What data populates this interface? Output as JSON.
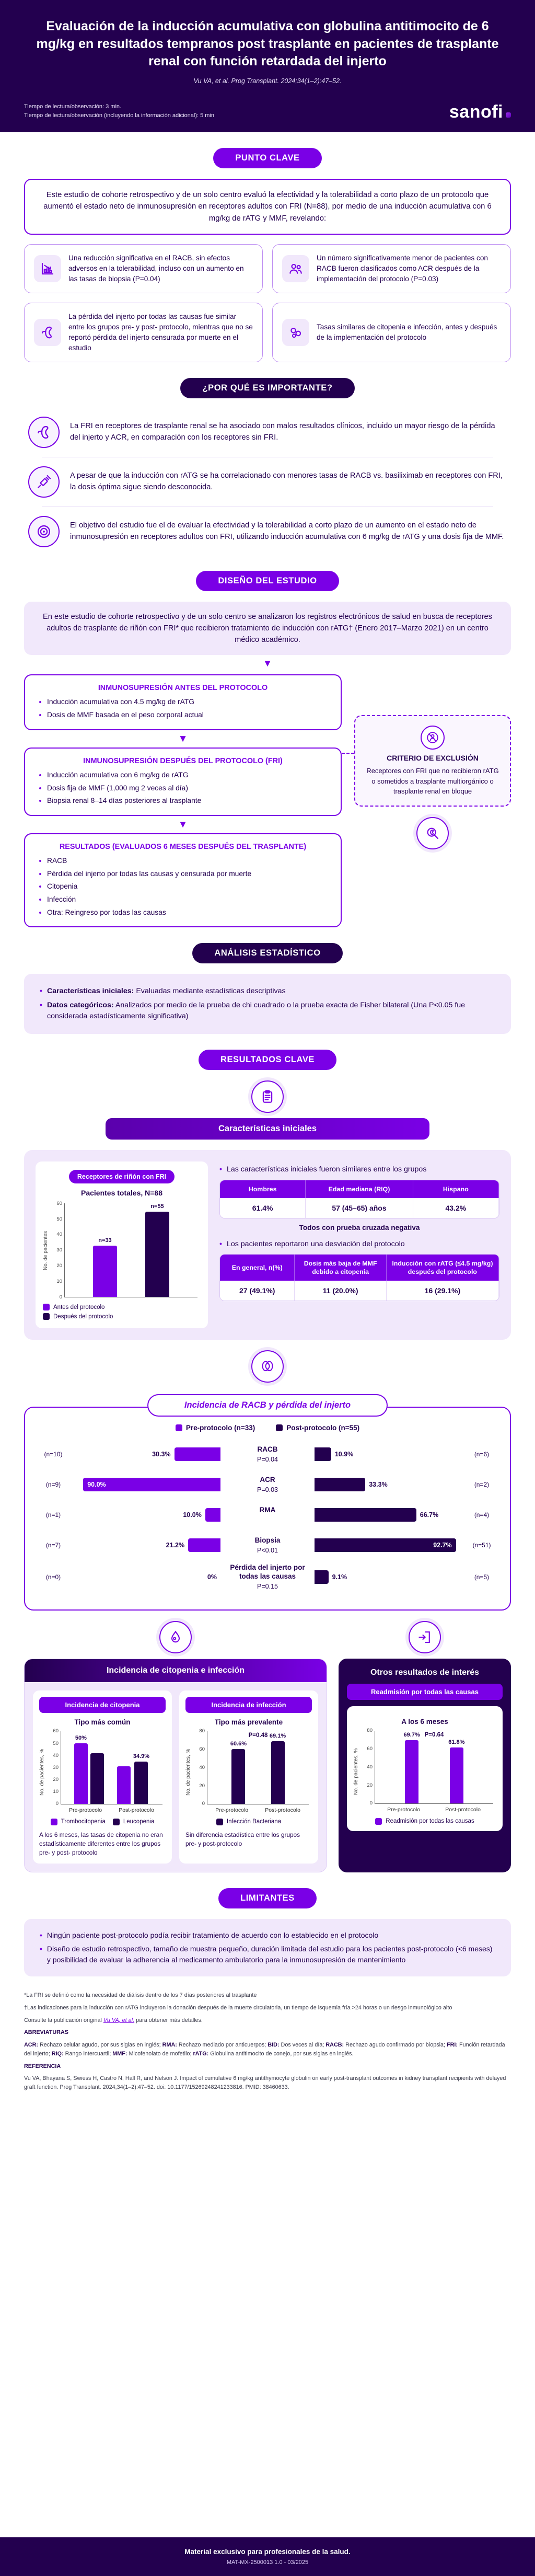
{
  "colors": {
    "purple": "#7A00E6",
    "dark_purple": "#23004F",
    "lavender": "#F1E8FB"
  },
  "header": {
    "title": "Evaluación de la inducción acumulativa con globulina antitimocito de 6 mg/kg en resultados tempranos post trasplante en pacientes de trasplante renal con función retardada del injerto",
    "citation": "Vu VA, et al. Prog Transplant. 2024;34(1–2):47–52.",
    "reading_time_1": "Tiempo de lectura/observación: 3 min.",
    "reading_time_2": "Tiempo de lectura/observación (incluyendo la información adicional): 5 min",
    "logo_text": "sanofi"
  },
  "punto_clave": {
    "label": "PUNTO CLAVE",
    "intro": "Este estudio de cohorte retrospectivo y de un solo centro evaluó la efectividad y la tolerabilidad a corto plazo de un protocolo que aumentó el estado neto de inmunosupresión en receptores adultos con FRI (N=88), por medio de una inducción acumulativa con 6 mg/kg de rATG y MMF, revelando:",
    "cards": [
      {
        "icon": "declining-chart-icon",
        "text": "Una reducción significativa en el RACB, sin efectos adversos en la tolerabilidad, incluso con un aumento en las tasas de biopsia (P=0.04)"
      },
      {
        "icon": "patient-group-icon",
        "text": "Un número significativamente menor de pacientes con RACB fueron clasificados como ACR después de la implementación del protocolo (P=0.03)"
      },
      {
        "icon": "kidney-icon",
        "text": "La pérdida del injerto por todas las causas fue similar entre los grupos pre- y post- protocolo, mientras que no se reportó pérdida del injerto censurada por muerte en el estudio"
      },
      {
        "icon": "blood-cells-icon",
        "text": "Tasas similares de citopenia e infección, antes y después de la implementación del protocolo"
      }
    ]
  },
  "importante": {
    "label": "¿POR QUÉ ES IMPORTANTE?",
    "items": [
      {
        "icon": "kidney-icon",
        "text": "La FRI en receptores de trasplante renal se ha asociado con malos resultados clínicos, incluido un mayor riesgo de la pérdida del injerto y ACR, en comparación con los receptores sin FRI."
      },
      {
        "icon": "syringe-icon",
        "text": "A pesar de que la inducción con rATG se ha correlacionado con menores tasas de RACB vs. basiliximab en receptores con FRI, la dosis óptima sigue siendo desconocida."
      },
      {
        "icon": "target-icon",
        "text": "El objetivo del estudio fue el de evaluar la efectividad y la tolerabilidad a corto plazo de un aumento en el estado neto de inmunosupresión en receptores adultos con FRI, utilizando inducción acumulativa con 6 mg/kg de rATG y una dosis fija de MMF."
      }
    ]
  },
  "diseno": {
    "label": "DISEÑO DEL ESTUDIO",
    "intro": "En este estudio de cohorte retrospectivo y de un solo centro se analizaron los registros electrónicos de salud en busca de receptores adultos de trasplante de riñón con FRI* que recibieron tratamiento de inducción con rATG† (Enero 2017–Marzo 2021) en un centro médico académico.",
    "antes": {
      "title": "INMUNOSUPRESIÓN ANTES DEL PROTOCOLO",
      "bullets": [
        "Inducción acumulativa con 4.5 mg/kg de rATG",
        "Dosis de MMF basada en el peso corporal actual"
      ]
    },
    "despues": {
      "title": "INMUNOSUPRESIÓN DESPUÉS DEL PROTOCOLO (FRI)",
      "bullets": [
        "Inducción acumulativa con 6 mg/kg de rATG",
        "Dosis fija de MMF (1,000 mg 2 veces al día)",
        "Biopsia renal 8–14 días posteriores al trasplante"
      ]
    },
    "resultados": {
      "title": "RESULTADOS (EVALUADOS 6 MESES DESPUÉS DEL TRASPLANTE)",
      "bullets": [
        "RACB",
        "Pérdida del injerto por todas las causas y censurada por muerte",
        "Citopenia",
        "Infección",
        "Otra: Reingreso por todas las causas"
      ]
    },
    "exclusion": {
      "title": "CRITERIO DE EXCLUSIÓN",
      "text": "Receptores con FRI que no recibieron rATG o sometidos a trasplante multiorgánico o trasplante renal en bloque"
    }
  },
  "analisis": {
    "label": "ANÁLISIS ESTADÍSTICO",
    "items": [
      {
        "lead": "Características iniciales:",
        "text": " Evaluadas mediante estadísticas descriptivas"
      },
      {
        "lead": "Datos categóricos:",
        "text": " Analizados por medio de la prueba de chi cuadrado o la prueba exacta de Fisher bilateral (Una P<0.05 fue considerada estadísticamente significativa)"
      }
    ]
  },
  "resultados_clave": {
    "label": "RESULTADOS CLAVE",
    "caracteristicas_title": "Características iniciales",
    "bullet1": "Las características iniciales fueron similares entre los grupos",
    "table1": {
      "headers": [
        "Hombres",
        "Edad mediana (RIQ)",
        "Hispano"
      ],
      "values": [
        "61.4%",
        "57 (45–65) años",
        "43.2%"
      ]
    },
    "note": "Todos con prueba cruzada negativa",
    "bullet2": "Los pacientes reportaron una desviación del protocolo",
    "table2": {
      "headers": [
        "En general, n(%)",
        "Dosis más baja de MMF debido a citopenia",
        "Inducción con rATG (≤4.5 mg/kg) después del protocolo"
      ],
      "values": [
        "27 (49.1%)",
        "11 (20.0%)",
        "16 (29.1%)"
      ]
    },
    "panel_title": "Incidencia de citopenia e infección",
    "otros_title": "Otros resultados de interés"
  },
  "limitantes": {
    "label": "LIMITANTES",
    "bullets": [
      "Ningún paciente post-protocolo podía recibir tratamiento de acuerdo con lo establecido en el protocolo",
      "Diseño de estudio retrospectivo, tamaño de muestra pequeño, duración limitada del estudio para los pacientes post-protocolo (<6 meses) y posibilidad de evaluar la adherencia al medicamento ambulatorio para la inmunosupresión de mantenimiento"
    ]
  },
  "footnotes": {
    "fn1": "*La FRI se definió como la necesidad de diálisis dentro de los 7 días posteriores al trasplante",
    "fn2": "†Las indicaciones para la inducción con rATG incluyeron la donación después de la muerte circulatoria, un tiempo de isquemia fría >24 horas o un riesgo inmunológico alto",
    "consult_pre": "Consulte la publicación original ",
    "consult_link": "Vu VA, et al.",
    "consult_post": " para obtener más detalles.",
    "abbr_title": "ABREVIATURAS",
    "abbreviations": [
      {
        "k": "ACR:",
        "v": "Rechazo celular agudo, por sus siglas en inglés;"
      },
      {
        "k": "RMA:",
        "v": "Rechazo mediado por anticuerpos;"
      },
      {
        "k": "BID:",
        "v": "Dos veces al día;"
      },
      {
        "k": "RACB:",
        "v": "Rechazo agudo confirmado por biopsia;"
      },
      {
        "k": "FRI:",
        "v": "Función retardada del injerto;"
      },
      {
        "k": "RIQ:",
        "v": "Rango intercuartil;"
      },
      {
        "k": "MMF:",
        "v": "Micofenolato de mofetilo;"
      },
      {
        "k": "rATG:",
        "v": "Globulina antitimocito de conejo, por sus siglas en inglés."
      }
    ],
    "ref_title": "REFERENCIA",
    "reference": "Vu VA, Bhayana S, Swiess H, Castro N, Hall R, and Nelson J. Impact of cumulative 6 mg/kg antithymocyte globulin on early post-transplant outcomes in kidney transplant recipients with delayed graft function. Prog Transplant. 2024;34(1–2):47–52. doi: 10.1177/15269248241233816. PMID: 38460633."
  },
  "footer": {
    "line1": "Material exclusivo para profesionales de la salud.",
    "line2": "MAT-MX-2500013 1.0 - 03/2025"
  },
  "chart_data": [
    {
      "type": "bar",
      "title": "Receptores de riñón con FRI",
      "subtitle": "Pacientes totales, N=88",
      "categories": [
        "Antes del protocolo",
        "Después del protocolo"
      ],
      "values": [
        33,
        55
      ],
      "bar_labels": [
        "n=33",
        "n=55"
      ],
      "bar_colors": [
        "#7A00E6",
        "#23004F"
      ],
      "ylabel": "No. de pacientes",
      "ylim": [
        0,
        60
      ],
      "yticks": [
        0,
        10,
        20,
        30,
        40,
        50,
        60
      ]
    },
    {
      "type": "bar",
      "orientation": "diverging-horizontal",
      "title": "Incidencia de RACB y pérdida del injerto",
      "legend": [
        "Pre-protocolo (n=33)",
        "Post-protocolo (n=55)"
      ],
      "legend_colors": [
        "#7A00E6",
        "#23004F"
      ],
      "xlim": [
        0,
        100
      ],
      "rows": [
        {
          "category": "RACB",
          "p_value": "P=0.04",
          "pre_n": "(n=10)",
          "pre_pct": 30.3,
          "pre_label": "30.3%",
          "post_pct": 10.9,
          "post_label": "10.9%",
          "post_n": "(n=6)"
        },
        {
          "category": "ACR",
          "p_value": "P=0.03",
          "pre_n": "(n=9)",
          "pre_pct": 90,
          "pre_label": "90.0%",
          "post_pct": 33.3,
          "post_label": "33.3%",
          "post_n": "(n=2)"
        },
        {
          "category": "RMA",
          "p_value": "",
          "pre_n": "(n=1)",
          "pre_pct": 10,
          "pre_label": "10.0%",
          "post_pct": 66.7,
          "post_label": "66.7%",
          "post_n": "(n=4)"
        },
        {
          "category": "Biopsia",
          "p_value": "P<0.01",
          "pre_n": "(n=7)",
          "pre_pct": 21.2,
          "pre_label": "21.2%",
          "post_pct": 92.7,
          "post_label": "92.7%",
          "post_n": "(n=51)"
        },
        {
          "category": "Pérdida del injerto por todas las causas",
          "p_value": "P=0.15",
          "pre_n": "(n=0)",
          "pre_pct": 0,
          "pre_label": "0%",
          "post_pct": 9.1,
          "post_label": "9.1%",
          "post_n": "(n=5)"
        }
      ]
    },
    {
      "type": "bar",
      "title": "Incidencia de citopenia",
      "subtitle": "Tipo más común",
      "categories": [
        "Pre-protocolo",
        "Post-protocolo"
      ],
      "series": [
        {
          "name": "Trombocitopenia",
          "color": "#7A00E6",
          "values": [
            50,
            31
          ],
          "labels": [
            "50%",
            ""
          ]
        },
        {
          "name": "Leucopenia",
          "color": "#23004F",
          "values": [
            42,
            34.9
          ],
          "labels": [
            "",
            "34.9%"
          ]
        }
      ],
      "ylabel": "No. de pacientes, %",
      "ylim": [
        0,
        60
      ],
      "yticks": [
        0,
        10,
        20,
        30,
        40,
        50,
        60
      ],
      "note": "A los 6 meses, las tasas de citopenia no eran estadísticamente diferentes entre los grupos pre- y post- protocolo"
    },
    {
      "type": "bar",
      "title": "Incidencia de infección",
      "subtitle": "Tipo más prevalente",
      "p_value": "P=0.48",
      "categories": [
        "Pre-protocolo",
        "Post-protocolo"
      ],
      "series": [
        {
          "name": "Infección Bacteriana",
          "color": "#23004F",
          "values": [
            60.6,
            69.1
          ],
          "labels": [
            "60.6%",
            "69.1%"
          ]
        }
      ],
      "ylabel": "No. de pacientes, %",
      "ylim": [
        0,
        80
      ],
      "yticks": [
        0,
        20,
        40,
        60,
        80
      ],
      "note": "Sin diferencia estadística entre los grupos pre- y post-protocolo"
    },
    {
      "type": "bar",
      "title": "Readmisión por todas las causas",
      "subtitle": "A los 6 meses",
      "p_value": "P=0.64",
      "categories": [
        "Pre-protocolo",
        "Post-protocolo"
      ],
      "series": [
        {
          "name": "Readmisión por todas las causas",
          "color": "#7A00E6",
          "values": [
            69.7,
            61.8
          ],
          "labels": [
            "69.7%",
            "61.8%"
          ]
        }
      ],
      "ylabel": "No. de pacientes, %",
      "ylim": [
        0,
        80
      ],
      "yticks": [
        0,
        20,
        40,
        60,
        80
      ]
    }
  ]
}
